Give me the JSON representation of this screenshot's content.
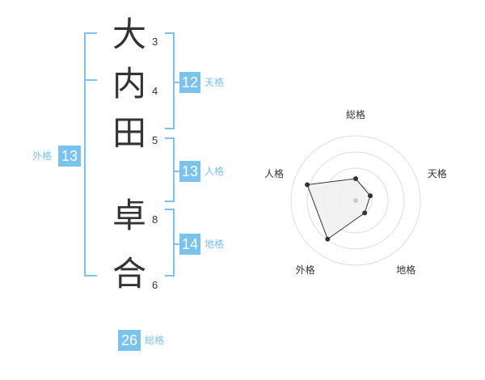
{
  "name": {
    "chars": [
      {
        "kanji": "大",
        "strokes": "3"
      },
      {
        "kanji": "内",
        "strokes": "4"
      },
      {
        "kanji": "田",
        "strokes": "5"
      },
      {
        "kanji": "卓",
        "strokes": "8"
      },
      {
        "kanji": "合",
        "strokes": "6"
      }
    ]
  },
  "fortune": {
    "tenkaku": {
      "value": "12",
      "label": "天格"
    },
    "jinkaku": {
      "value": "13",
      "label": "人格"
    },
    "chikaku": {
      "value": "14",
      "label": "地格"
    },
    "gaikaku": {
      "value": "13",
      "label": "外格"
    },
    "soukaku": {
      "value": "26",
      "label": "総格"
    }
  },
  "colors": {
    "accent": "#79c3ee",
    "text": "#333333",
    "grid": "#dddddd",
    "polygon_fill": "#f0f0f0"
  },
  "chart_data": {
    "type": "radar",
    "axes": [
      "総格",
      "天格",
      "地格",
      "外格",
      "人格"
    ],
    "rings": 4,
    "values": [
      1.35,
      0.95,
      0.95,
      2.95,
      3.15
    ],
    "max": 4
  }
}
